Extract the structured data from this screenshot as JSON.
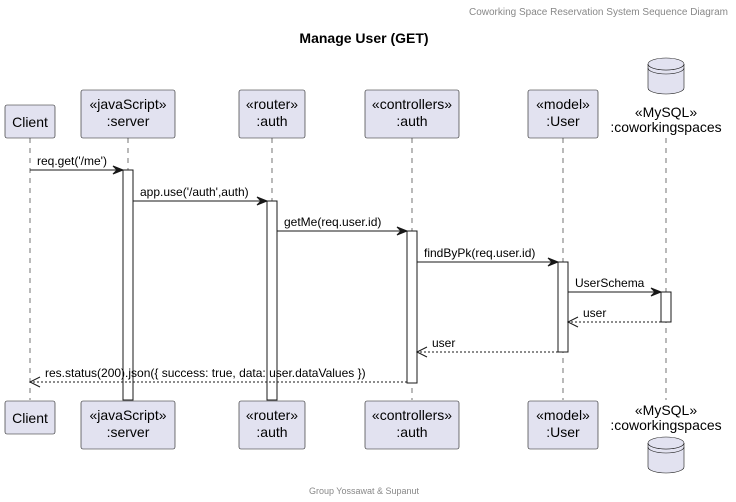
{
  "header": "Coworking Space Reservation System Sequence Diagram",
  "title": "Manage User (GET)",
  "footer": "Group Yossawat & Supanut",
  "participants": [
    {
      "id": "client",
      "lines": [
        "Client"
      ]
    },
    {
      "id": "server",
      "lines": [
        "«javaScript»",
        ":server"
      ]
    },
    {
      "id": "router",
      "lines": [
        "«router»",
        ":auth"
      ]
    },
    {
      "id": "controller",
      "lines": [
        "«controllers»",
        ":auth"
      ]
    },
    {
      "id": "model",
      "lines": [
        "«model»",
        ":User"
      ]
    },
    {
      "id": "db",
      "lines": [
        "«MySQL»",
        ":coworkingspaces"
      ],
      "kind": "database"
    }
  ],
  "messages": [
    {
      "from": "client",
      "to": "server",
      "label": "req.get('/me')",
      "type": "sync"
    },
    {
      "from": "server",
      "to": "router",
      "label": "app.use('/auth',auth)",
      "type": "sync"
    },
    {
      "from": "router",
      "to": "controller",
      "label": "getMe(req.user.id)",
      "type": "sync"
    },
    {
      "from": "controller",
      "to": "model",
      "label": "findByPk(req.user.id)",
      "type": "sync"
    },
    {
      "from": "model",
      "to": "db",
      "label": "UserSchema",
      "type": "sync"
    },
    {
      "from": "db",
      "to": "model",
      "label": "user",
      "type": "return"
    },
    {
      "from": "model",
      "to": "controller",
      "label": "user",
      "type": "return"
    },
    {
      "from": "controller",
      "to": "client",
      "label": "res.status(200).json({ success: true, data: user.dataValues })",
      "type": "return"
    }
  ]
}
